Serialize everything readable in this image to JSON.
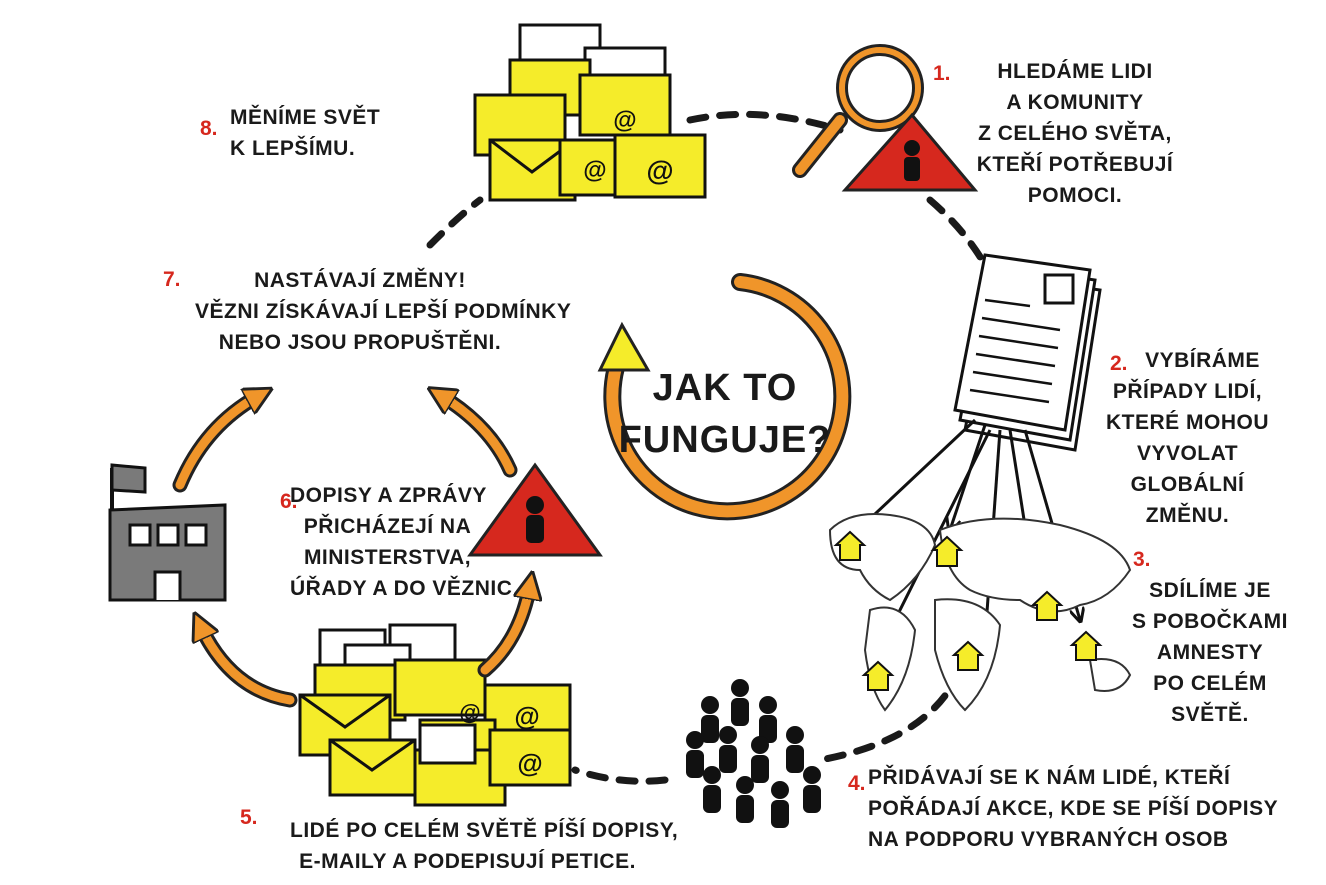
{
  "title": {
    "line1": "JAK TO",
    "line2": "FUNGUJE?"
  },
  "steps": [
    {
      "number": "1.",
      "lines": [
        "HLEDÁME LIDI",
        "A KOMUNITY",
        "Z CELÉHO SVĚTA,",
        "KTEŘÍ POTŘEBUJÍ",
        "POMOCI."
      ]
    },
    {
      "number": "2.",
      "lines": [
        "VYBÍRÁME",
        "PŘÍPADY LIDÍ,",
        "KTERÉ MOHOU",
        "VYVOLAT",
        "GLOBÁLNÍ",
        "ZMĚNU."
      ]
    },
    {
      "number": "3.",
      "lines": [
        "SDÍLÍME JE",
        "S POBOČKAMI",
        "AMNESTY",
        "PO CELÉM",
        "SVĚTĚ."
      ]
    },
    {
      "number": "4.",
      "lines": [
        "PŘIDÁVAJÍ SE K NÁM LIDÉ, KTEŘÍ",
        "POŘÁDAJÍ AKCE, KDE SE PÍŠÍ DOPISY",
        "NA PODPORU VYBRANÝCH OSOB"
      ]
    },
    {
      "number": "5.",
      "lines": [
        "LIDÉ PO CELÉM SVĚTĚ PÍŠÍ DOPISY,",
        "E-MAILY A PODEPISUJÍ PETICE."
      ]
    },
    {
      "number": "6.",
      "lines": [
        "DOPISY A ZPRÁVY",
        "PŘICHÁZEJÍ NA",
        "MINISTERSTVA,",
        "ÚŘADY A DO VĚZNIC"
      ]
    },
    {
      "number": "7.",
      "lines": [
        "NASTÁVAJÍ ZMĚNY!",
        "VĚZNI ZÍSKÁVAJÍ LEPŠÍ PODMÍNKY",
        "NEBO JSOU PROPUŠTĚNI."
      ]
    },
    {
      "number": "8.",
      "lines": [
        "MĚNÍME SVĚT",
        "K LEPŠÍMU."
      ]
    }
  ],
  "icons": {
    "envelope_symbol": "@",
    "colors": {
      "yellow": "#f5ec2a",
      "orange": "#f0952a",
      "red": "#d6281e",
      "gray": "#7a7a7a"
    }
  }
}
